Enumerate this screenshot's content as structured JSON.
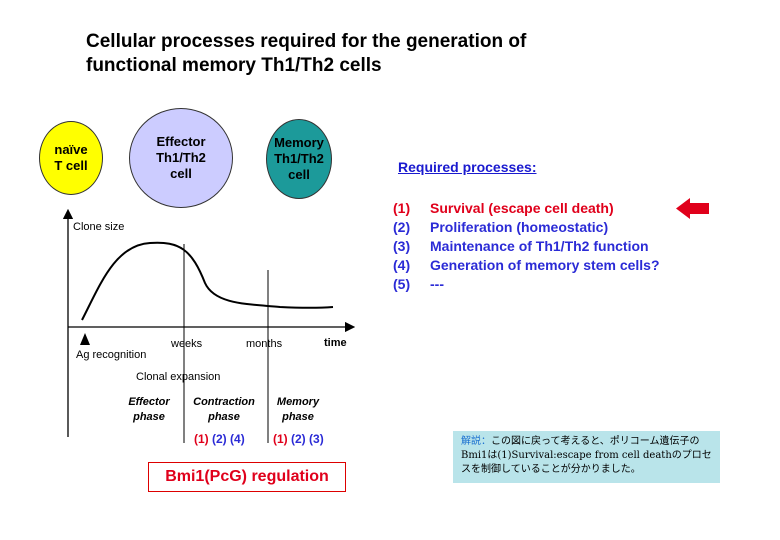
{
  "title": {
    "line1": "Cellular processes required for the generation of",
    "line2": "functional memory Th1/Th2 cells"
  },
  "cells": {
    "naive": "naïve\nT cell",
    "effector": "Effector\nTh1/Th2\ncell",
    "memory": "Memory\nTh1/Th2\ncell"
  },
  "graph": {
    "y_label": "Clone size",
    "x_label": "time",
    "ticks": {
      "weeks": "weeks",
      "months": "months"
    },
    "ag_recognition": "Ag recognition",
    "clonal_expansion": "Clonal expansion"
  },
  "phases": {
    "effector": "Effector\nphase",
    "contraction": "Contraction\nphase",
    "memory": "Memory\nphase"
  },
  "phase_numbers": {
    "contraction": {
      "n1": "(1)",
      "n2": "(2)",
      "n3": "(4)"
    },
    "memory": {
      "n1": "(1)",
      "n2": "(2)",
      "n3": "(3)"
    }
  },
  "required": {
    "title": "Required processes:",
    "items": [
      {
        "num": "(1)",
        "text": "Survival (escape cell death)"
      },
      {
        "num": "(2)",
        "text": "Proliferation (homeostatic)"
      },
      {
        "num": "(3)",
        "text": "Maintenance of Th1/Th2 function"
      },
      {
        "num": "(4)",
        "text": "Generation of memory stem cells?"
      },
      {
        "num": "(5)",
        "text": "---"
      }
    ]
  },
  "bmi_label": "Bmi1(PcG) regulation",
  "note": {
    "lead": "解説：",
    "body": "この図に戻って考えると、ポリコーム遺伝子のBmi1は(1)Survival:escape from cell deathのプロセスを制御していることが分かりました。"
  },
  "colors": {
    "red": "#e0001b",
    "blue": "#2b2bd6",
    "naive_fill": "#ffff00",
    "effector_fill": "#ccccff",
    "memory_fill": "#1c9a9a",
    "note_bg": "#b9e4ea"
  }
}
